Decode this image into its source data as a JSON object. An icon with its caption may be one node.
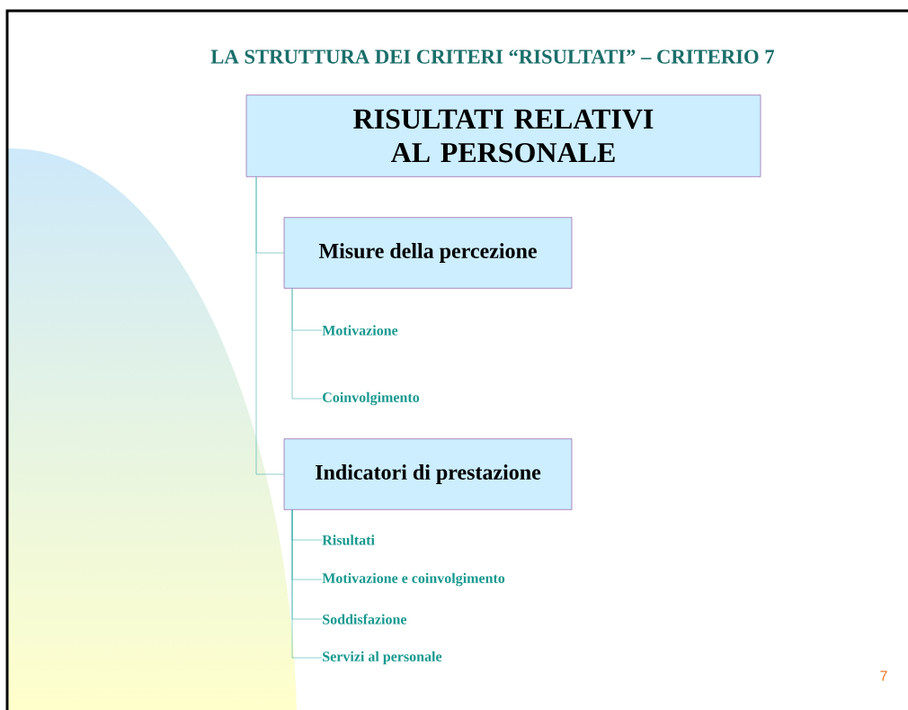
{
  "diagram": {
    "title": "LA STRUTTURA DEI CRITERI “RISULTATI” – CRITERIO 7",
    "nodes": [
      {
        "text": [
          "RISULTATI RELATIVI AL PERSONALE"
        ]
      },
      {
        "text": [
          "Misure della percezione"
        ]
      },
      {
        "text": [
          "Motivazione"
        ]
      },
      {
        "text": [
          "Coinvolgimento"
        ]
      },
      {
        "text": [
          "Indicatori di prestazione"
        ]
      },
      {
        "text": [
          "Risultati"
        ]
      },
      {
        "text": [
          "Motivazione e coinvolgimento"
        ]
      },
      {
        "text": [
          "Soddisfazione"
        ]
      },
      {
        "text": [
          "Servizi al personale"
        ]
      }
    ],
    "edges": [
      {
        "from": 0,
        "to": 1,
        "arrow": "none"
      },
      {
        "from": 0,
        "to": 4,
        "arrow": "none"
      },
      {
        "from": 1,
        "to": 2,
        "arrow": "none"
      },
      {
        "from": 1,
        "to": 3,
        "arrow": "none"
      },
      {
        "from": 4,
        "to": 5,
        "arrow": "none"
      },
      {
        "from": 4,
        "to": 6,
        "arrow": "none"
      },
      {
        "from": 4,
        "to": 7,
        "arrow": "none"
      },
      {
        "from": 4,
        "to": 8,
        "arrow": "none"
      }
    ],
    "labels": [
      "7"
    ]
  }
}
